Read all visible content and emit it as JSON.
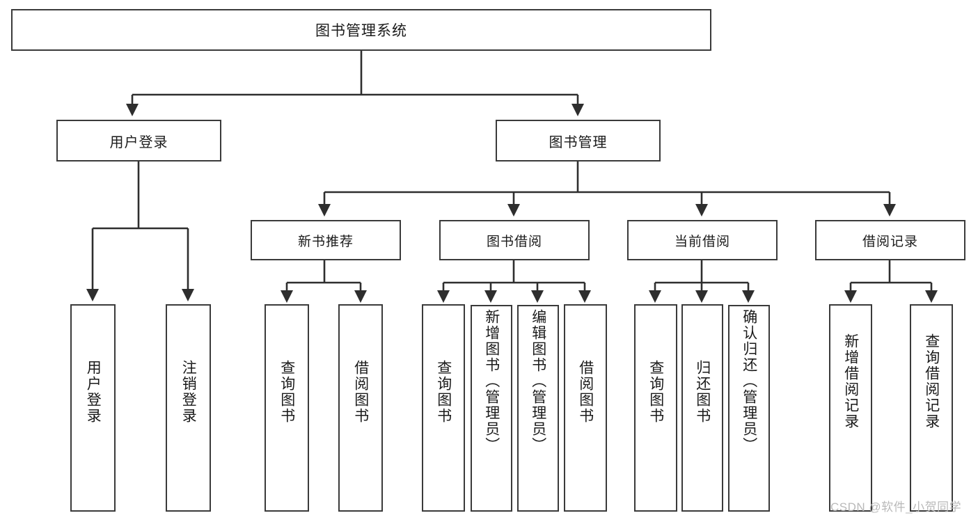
{
  "diagram": {
    "type": "tree",
    "title": "图书管理系统",
    "root": {
      "id": "root",
      "label": "图书管理系统"
    },
    "level2": [
      {
        "id": "user-login",
        "label": "用户登录"
      },
      {
        "id": "book-manage",
        "label": "图书管理"
      }
    ],
    "level3": [
      {
        "id": "new-book-rec",
        "label": "新书推荐",
        "parent": "book-manage"
      },
      {
        "id": "book-borrow",
        "label": "图书借阅",
        "parent": "book-manage"
      },
      {
        "id": "current-borrow",
        "label": "当前借阅",
        "parent": "book-manage"
      },
      {
        "id": "borrow-record",
        "label": "借阅记录",
        "parent": "book-manage"
      }
    ],
    "leaves": [
      {
        "id": "leaf-user-login",
        "label": "用户登录",
        "parent": "user-login"
      },
      {
        "id": "leaf-logout-login",
        "label": "注销登录",
        "parent": "user-login"
      },
      {
        "id": "leaf-query-book-1",
        "label": "查询图书",
        "parent": "new-book-rec"
      },
      {
        "id": "leaf-borrow-book-1",
        "label": "借阅图书",
        "parent": "new-book-rec"
      },
      {
        "id": "leaf-query-book-2",
        "label": "查询图书",
        "parent": "book-borrow"
      },
      {
        "id": "leaf-add-book",
        "label": "新增图书（管理员）",
        "parent": "book-borrow"
      },
      {
        "id": "leaf-edit-book",
        "label": "编辑图书（管理员）",
        "parent": "book-borrow"
      },
      {
        "id": "leaf-borrow-book-2",
        "label": "借阅图书",
        "parent": "book-borrow"
      },
      {
        "id": "leaf-query-book-3",
        "label": "查询图书",
        "parent": "current-borrow"
      },
      {
        "id": "leaf-return-book",
        "label": "归还图书",
        "parent": "current-borrow"
      },
      {
        "id": "leaf-confirm-return",
        "label": "确认归还（管理员）",
        "parent": "current-borrow"
      },
      {
        "id": "leaf-add-record",
        "label": "新增借阅记录",
        "parent": "borrow-record"
      },
      {
        "id": "leaf-query-record",
        "label": "查询借阅记录",
        "parent": "borrow-record"
      }
    ]
  },
  "watermark": {
    "text": "CSDN @软件_小贺同学"
  },
  "colors": {
    "stroke": "#2e2e2e",
    "box_border": "#3a3a3a",
    "text": "#1a1a1a",
    "background": "#ffffff",
    "watermark": "#b9b9b9"
  }
}
